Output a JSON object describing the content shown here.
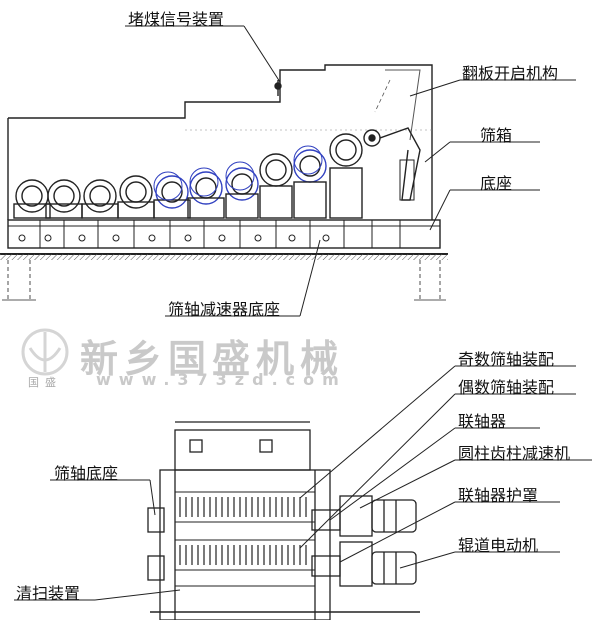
{
  "top_labels": {
    "block_signal": "堵煤信号装置",
    "flap_mechanism": "翻板开启机构",
    "screen_box": "筛箱",
    "base": "底座",
    "shaft_reducer_base": "筛轴减速器底座"
  },
  "watermark": {
    "company": "新乡国盛机械",
    "logo_text": "国盛",
    "website": "www.373zd.com"
  },
  "bottom_labels": {
    "odd_shaft": "奇数筛轴装配",
    "even_shaft": "偶数筛轴装配",
    "coupling": "联轴器",
    "reducer": "圆柱齿柱减速机",
    "coupling_guard": "联轴器护罩",
    "roller_motor": "辊道电动机",
    "shaft_base": "筛轴底座",
    "cleaning": "清扫装置"
  }
}
